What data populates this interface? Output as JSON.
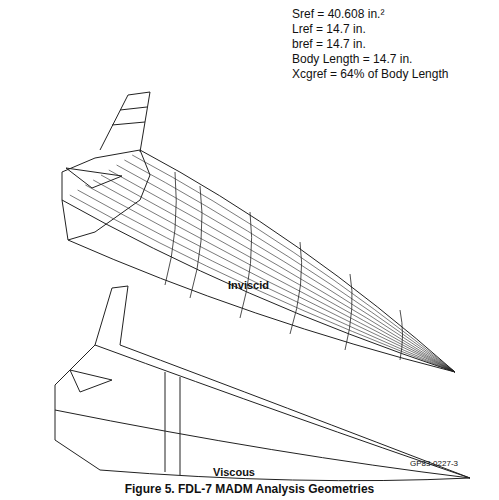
{
  "diagram": {
    "caption": "Figure 5. FDL-7 MADM Analysis Geometries",
    "labels": [
      "Sref = 40.608 in.²",
      "Lref = 14.7 in.",
      "bref = 14.7 in.",
      "Body Length = 14.7 in.",
      "Xcgref = 64% of Body Length",
      "Inviscid",
      "Viscous",
      "GP83-0227-3"
    ]
  }
}
